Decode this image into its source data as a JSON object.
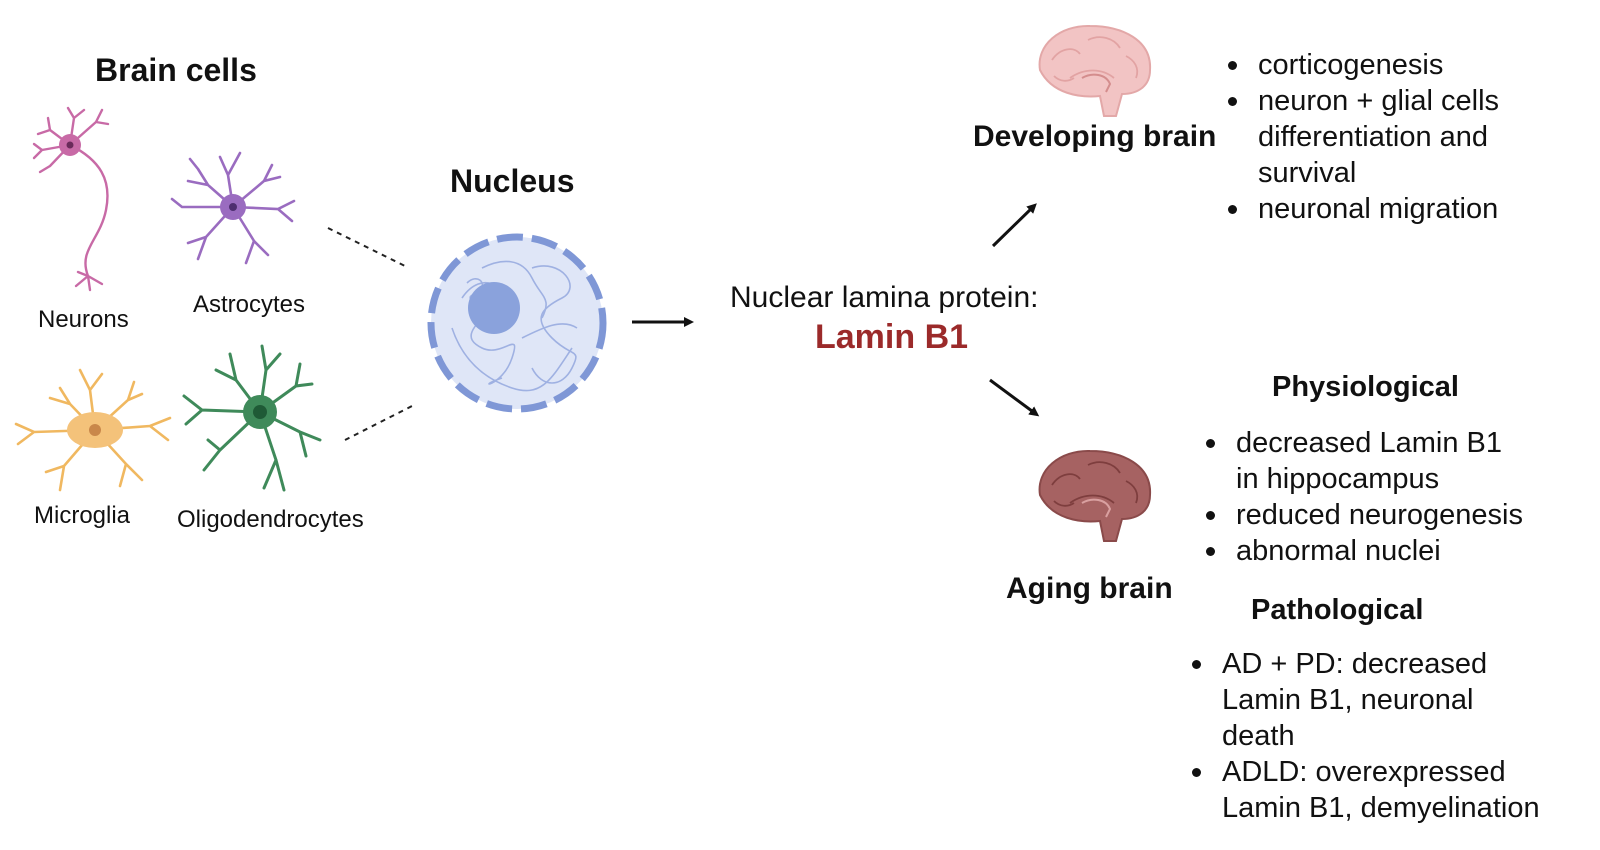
{
  "brain_cells": {
    "title": "Brain cells",
    "neurons": "Neurons",
    "astrocytes": "Astrocytes",
    "microglia": "Microglia",
    "oligodendrocytes": "Oligodendrocytes"
  },
  "nucleus": {
    "title": "Nucleus"
  },
  "center": {
    "line1": "Nuclear lamina protein:",
    "protein": "Lamin B1"
  },
  "developing": {
    "label": "Developing brain",
    "bullets": [
      "corticogenesis",
      "neuron + glial cells differentiation and survival",
      "neuronal migration"
    ]
  },
  "aging": {
    "label": "Aging brain",
    "physiological": {
      "title": "Physiological",
      "bullets": [
        "decreased Lamin B1 in hippocampus",
        "reduced neurogenesis",
        "abnormal nuclei"
      ]
    },
    "pathological": {
      "title": "Pathological",
      "bullets": [
        "AD + PD: decreased Lamin B1, neuronal death",
        "ADLD: overexpressed Lamin B1, demyelination"
      ]
    }
  },
  "colors": {
    "neuron": "#c86aa6",
    "astrocyte": "#9a6cc0",
    "microglia": "#f0b860",
    "oligodendrocyte": "#3f8a5a",
    "nucleus": "#8aa2dc",
    "protein_text": "#9b2a2a",
    "dev_brain": "#f2c4c4",
    "aging_brain": "#a66262"
  }
}
